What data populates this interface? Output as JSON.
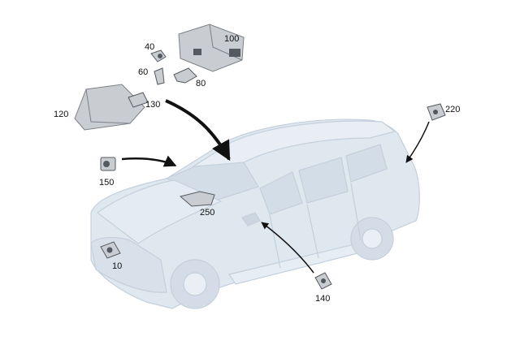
{
  "diagram": {
    "type": "parts-callout-diagram",
    "subject": "SUV vehicle with camera and sensor component locations",
    "colors": {
      "car_fill": "#dfe7ef",
      "car_stroke": "#c4d0dc",
      "part_fill": "#c9ccd0",
      "part_dark": "#555a60",
      "arrow": "#111111",
      "label": "#111111"
    },
    "labels": {
      "p10": "10",
      "p40": "40",
      "p60": "60",
      "p80": "80",
      "p100": "100",
      "p120": "120",
      "p130": "130",
      "p140": "140",
      "p150": "150",
      "p220": "220",
      "p250": "250"
    }
  }
}
